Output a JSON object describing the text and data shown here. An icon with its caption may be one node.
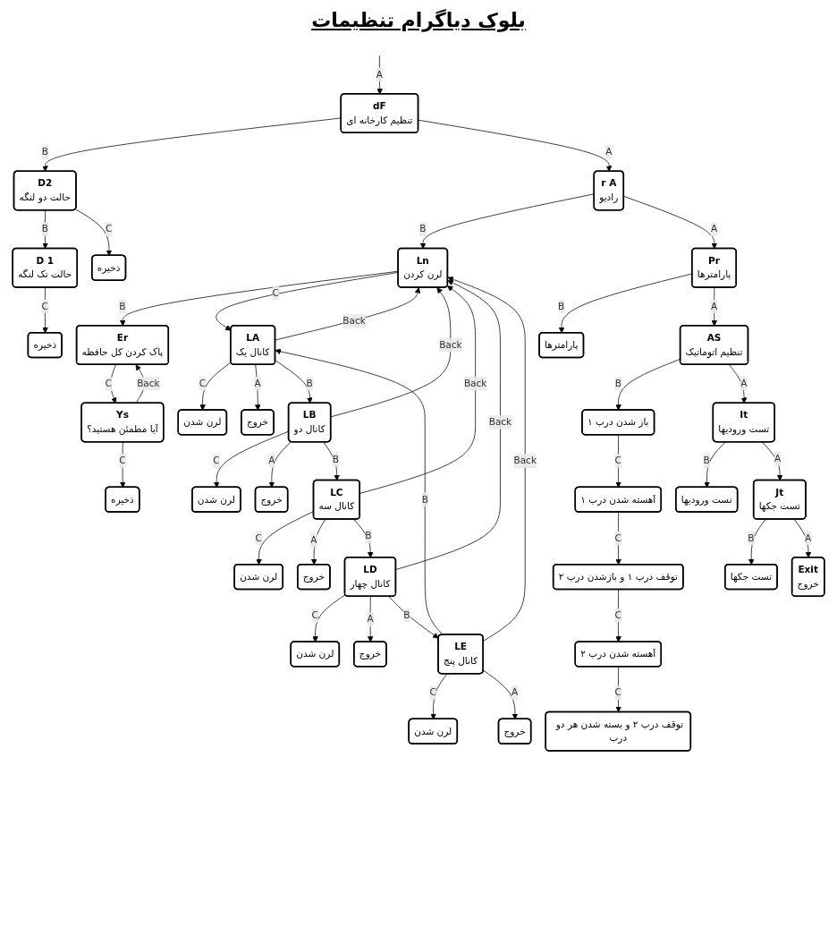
{
  "diagram": {
    "title": "بلوک دیاگرام تنظیمات",
    "nodes": [
      {
        "text": [
          "dF",
          "تنظیم کارخانه ای"
        ]
      },
      {
        "text": [
          "D2",
          "حالت دو لنگه"
        ]
      },
      {
        "text": [
          "D 1",
          "حالت تک لنگه"
        ]
      },
      {
        "text": [
          "ذخیره"
        ]
      },
      {
        "text": [
          "ذخیره"
        ]
      },
      {
        "text": [
          "r A",
          "رادیو"
        ]
      },
      {
        "text": [
          "Ln",
          "لرن کردن"
        ]
      },
      {
        "text": [
          "Er",
          "پاک کردن کل حافظه"
        ]
      },
      {
        "text": [
          "LA",
          "کانال یک"
        ]
      },
      {
        "text": [
          "لرن شدن"
        ]
      },
      {
        "text": [
          "خروج"
        ]
      },
      {
        "text": [
          "LB",
          "کانال دو"
        ]
      },
      {
        "text": [
          "لرن شدن"
        ]
      },
      {
        "text": [
          "خروج"
        ]
      },
      {
        "text": [
          "LC",
          "کانال سه"
        ]
      },
      {
        "text": [
          "لرن شدن"
        ]
      },
      {
        "text": [
          "خروج"
        ]
      },
      {
        "text": [
          "LD",
          "کانال چهار"
        ]
      },
      {
        "text": [
          "لرن شدن"
        ]
      },
      {
        "text": [
          "خروج"
        ]
      },
      {
        "text": [
          "LE",
          "کانال پنج"
        ]
      },
      {
        "text": [
          "لرن شدن"
        ]
      },
      {
        "text": [
          "خروج"
        ]
      },
      {
        "text": [
          "Ys",
          "آیا مطمئن هستید؟"
        ]
      },
      {
        "text": [
          "ذخیره"
        ]
      },
      {
        "text": [
          "Pr",
          "پارامترها"
        ]
      },
      {
        "text": [
          "پارامترها"
        ]
      },
      {
        "text": [
          "AS",
          "تنظیم اتوماتیک"
        ]
      },
      {
        "text": [
          "باز شدن درب ۱"
        ]
      },
      {
        "text": [
          "آهسته شدن درب ۱"
        ]
      },
      {
        "text": [
          "توقف درب ۱ و بازشدن درب ۲"
        ]
      },
      {
        "text": [
          "آهسته شدن درب ۲"
        ]
      },
      {
        "text": [
          "توقف درب ۲ و بسته شدن هر دو درب"
        ]
      },
      {
        "text": [
          "It",
          "تست ورودیها"
        ]
      },
      {
        "text": [
          "تست ورودیها"
        ]
      },
      {
        "text": [
          "Jt",
          "تست جکها"
        ]
      },
      {
        "text": [
          "تست جکها"
        ]
      },
      {
        "text": [
          "Exit",
          "خروج"
        ]
      }
    ],
    "edges": [
      {
        "from": null,
        "to": 0,
        "arrow": "to",
        "label": "A"
      },
      {
        "from": 0,
        "to": 1,
        "arrow": "to",
        "label": "B"
      },
      {
        "from": 1,
        "to": 2,
        "arrow": "to",
        "label": "B"
      },
      {
        "from": 1,
        "to": 3,
        "arrow": "to",
        "label": "C"
      },
      {
        "from": 2,
        "to": 4,
        "arrow": "to",
        "label": "C"
      },
      {
        "from": 0,
        "to": 5,
        "arrow": "to",
        "label": "A"
      },
      {
        "from": 5,
        "to": 6,
        "arrow": "to",
        "label": "B"
      },
      {
        "from": 6,
        "to": 7,
        "arrow": "to",
        "label": "B"
      },
      {
        "from": 6,
        "to": 8,
        "arrow": "to",
        "label": "C"
      },
      {
        "from": 8,
        "to": 6,
        "arrow": "to",
        "label": "Back"
      },
      {
        "from": 8,
        "to": 9,
        "arrow": "to",
        "label": "C"
      },
      {
        "from": 8,
        "to": 10,
        "arrow": "to",
        "label": "A"
      },
      {
        "from": 8,
        "to": 11,
        "arrow": "to",
        "label": "B"
      },
      {
        "from": 11,
        "to": 6,
        "arrow": "to",
        "label": "Back"
      },
      {
        "from": 11,
        "to": 12,
        "arrow": "to",
        "label": "C"
      },
      {
        "from": 11,
        "to": 13,
        "arrow": "to",
        "label": "A"
      },
      {
        "from": 11,
        "to": 14,
        "arrow": "to",
        "label": "B"
      },
      {
        "from": 14,
        "to": 6,
        "arrow": "to",
        "label": "Back"
      },
      {
        "from": 14,
        "to": 15,
        "arrow": "to",
        "label": "C"
      },
      {
        "from": 14,
        "to": 16,
        "arrow": "to",
        "label": "A"
      },
      {
        "from": 14,
        "to": 17,
        "arrow": "to",
        "label": "B"
      },
      {
        "from": 17,
        "to": 6,
        "arrow": "to",
        "label": "Back"
      },
      {
        "from": 17,
        "to": 18,
        "arrow": "to",
        "label": "C"
      },
      {
        "from": 17,
        "to": 19,
        "arrow": "to",
        "label": "A"
      },
      {
        "from": 17,
        "to": 20,
        "arrow": "to",
        "label": "B"
      },
      {
        "from": 20,
        "to": 6,
        "arrow": "to",
        "label": "Back"
      },
      {
        "from": 20,
        "to": 21,
        "arrow": "to",
        "label": "C"
      },
      {
        "from": 20,
        "to": 22,
        "arrow": "to",
        "label": "A"
      },
      {
        "from": 20,
        "to": 8,
        "arrow": "to",
        "label": "B"
      },
      {
        "from": 7,
        "to": 23,
        "arrow": "to",
        "label": "C"
      },
      {
        "from": 23,
        "to": 7,
        "arrow": "to",
        "label": "Back"
      },
      {
        "from": 23,
        "to": 24,
        "arrow": "to",
        "label": "C"
      },
      {
        "from": 5,
        "to": 25,
        "arrow": "to",
        "label": "A"
      },
      {
        "from": 25,
        "to": 26,
        "arrow": "to",
        "label": "B"
      },
      {
        "from": 25,
        "to": 27,
        "arrow": "to",
        "label": "A"
      },
      {
        "from": 27,
        "to": 28,
        "arrow": "to",
        "label": "B"
      },
      {
        "from": 28,
        "to": 29,
        "arrow": "to",
        "label": "C"
      },
      {
        "from": 29,
        "to": 30,
        "arrow": "to",
        "label": "C"
      },
      {
        "from": 30,
        "to": 31,
        "arrow": "to",
        "label": "C"
      },
      {
        "from": 31,
        "to": 32,
        "arrow": "to",
        "label": "C"
      },
      {
        "from": 27,
        "to": 33,
        "arrow": "to",
        "label": "A"
      },
      {
        "from": 33,
        "to": 34,
        "arrow": "to",
        "label": "B"
      },
      {
        "from": 33,
        "to": 35,
        "arrow": "to",
        "label": "A"
      },
      {
        "from": 35,
        "to": 36,
        "arrow": "to",
        "label": "B"
      },
      {
        "from": 35,
        "to": 37,
        "arrow": "to",
        "label": "A"
      }
    ]
  }
}
